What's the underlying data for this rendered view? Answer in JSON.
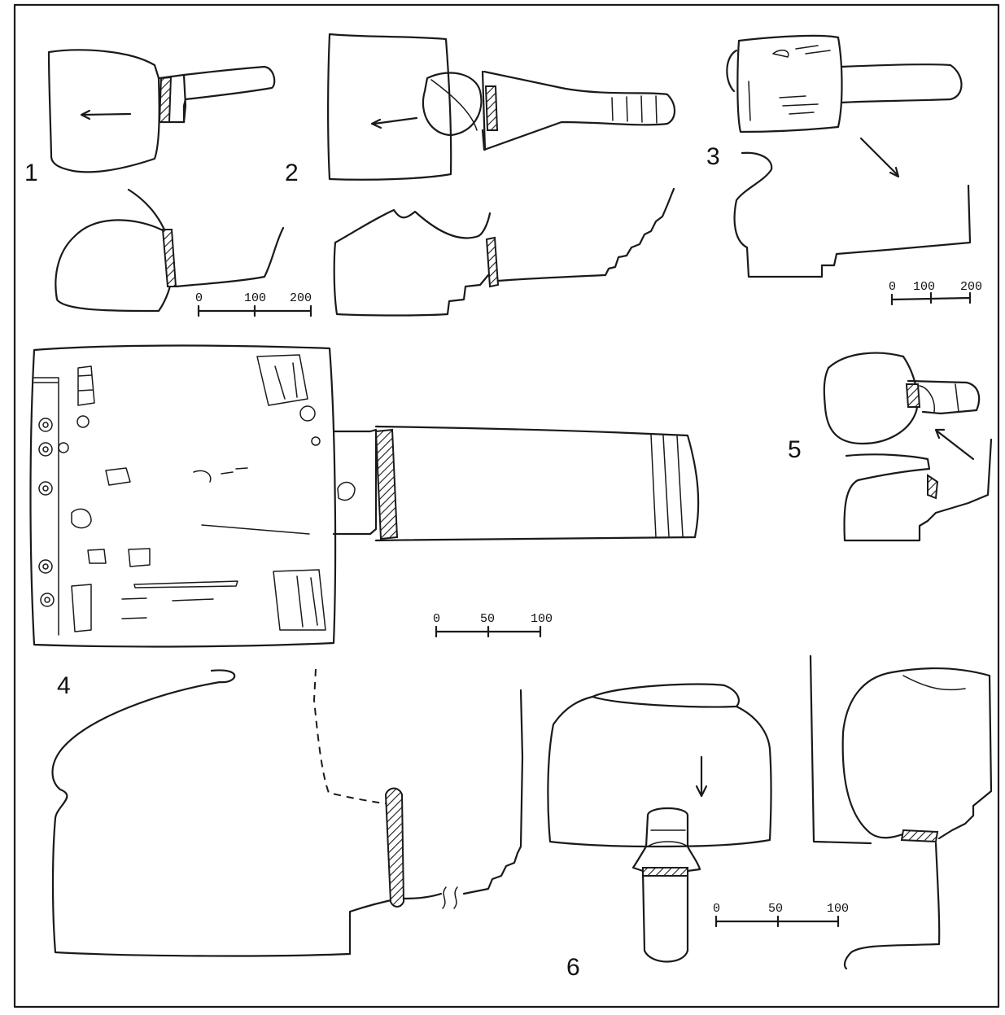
{
  "figure_labels": {
    "f1": "1",
    "f2": "2",
    "f3": "3",
    "f4": "4",
    "f5": "5",
    "f6": "6"
  },
  "scale_bars": {
    "top_left": {
      "start": "0",
      "mid": "100",
      "end": "200"
    },
    "top_right": {
      "start": "0",
      "mid": "100",
      "end": "200"
    },
    "middle": {
      "start": "0",
      "mid": "50",
      "end": "100"
    },
    "bottom": {
      "start": "0",
      "mid": "50",
      "end": "100"
    }
  }
}
